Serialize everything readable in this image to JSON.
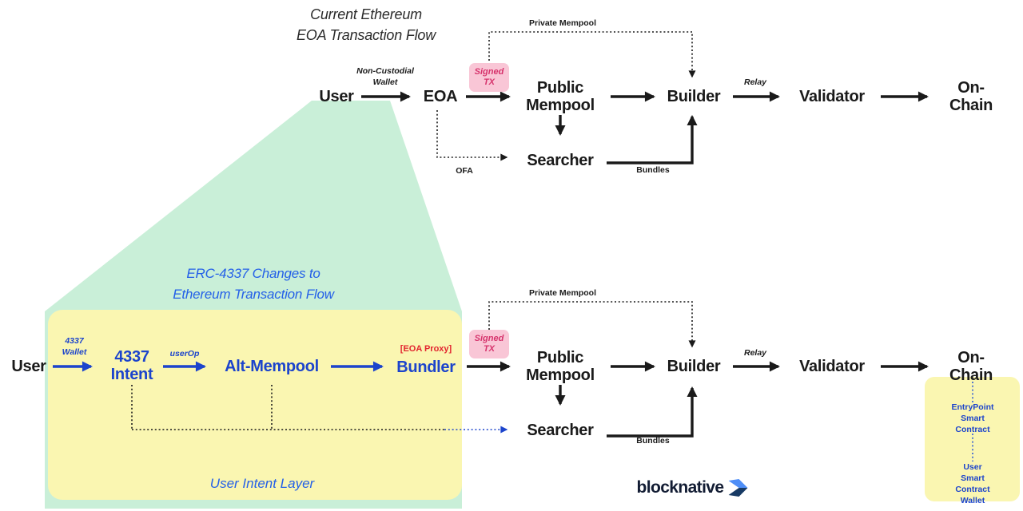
{
  "colors": {
    "flow_blue": "#1C44CC",
    "title_blue": "#2460E8",
    "mint_green": "#C9EFD8",
    "layer_yellow": "#FAF6B1",
    "badge_pink_bg": "#F9C6D6",
    "badge_pink_text": "#D6336C",
    "proxy_red": "#E2242F",
    "ink_black": "#1A1A1A",
    "brand_navy": "#121C33"
  },
  "top_flow": {
    "title": "Current Ethereum\nEOA Transaction Flow",
    "nodes": {
      "user": "User",
      "eoa": "EOA",
      "public_mempool": "Public\nMempool",
      "searcher": "Searcher",
      "builder": "Builder",
      "validator": "Validator",
      "on_chain": "On-Chain"
    },
    "labels": {
      "non_custodial_wallet": "Non-Custodial\nWallet",
      "signed_tx": "Signed\nTX",
      "private_mempool": "Private Mempool",
      "ofa": "OFA",
      "bundles": "Bundles",
      "relay": "Relay"
    }
  },
  "bottom_flow": {
    "title": "ERC-4337 Changes to\nEthereum Transaction Flow",
    "nodes": {
      "user": "User",
      "intent_4337": "4337\nIntent",
      "alt_mempool": "Alt-Mempool",
      "bundler": "Bundler",
      "public_mempool": "Public\nMempool",
      "searcher": "Searcher",
      "builder": "Builder",
      "validator": "Validator",
      "on_chain": "On-Chain"
    },
    "labels": {
      "wallet_4337": "4337\nWallet",
      "user_op": "userOp",
      "eoa_proxy": "[EOA Proxy]",
      "signed_tx": "Signed\nTX",
      "private_mempool": "Private Mempool",
      "bundles": "Bundles",
      "relay": "Relay",
      "user_intent_layer": "User Intent Layer"
    },
    "on_chain_detail": {
      "entrypoint": "EntryPoint\nSmart Contract",
      "user_wallet": "User\nSmart Contract\nWallet"
    }
  },
  "footer": {
    "brand": "blocknative"
  }
}
